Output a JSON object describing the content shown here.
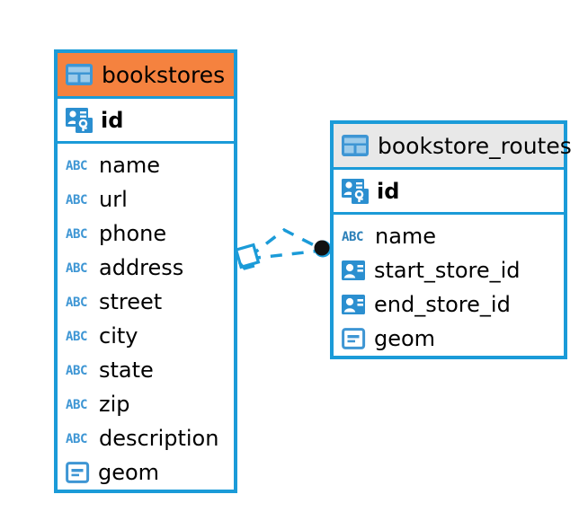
{
  "diagram": {
    "type": "entity-relationship-diagram",
    "background_color": "#FFFFFF",
    "accent_blue": "#1B9BD8",
    "accent_orange": "#F5823F",
    "header_gray": "#E8E8E8"
  },
  "entities": [
    {
      "name": "bookstores",
      "header_style": "accent-orange",
      "table_icon": "table-icon",
      "primary_key": {
        "label": "id",
        "icon": "primary-key-icon",
        "type": "pk"
      },
      "fields": [
        {
          "label": "name",
          "icon": "text-field-icon",
          "type": "text"
        },
        {
          "label": "url",
          "icon": "text-field-icon",
          "type": "text"
        },
        {
          "label": "phone",
          "icon": "text-field-icon",
          "type": "text"
        },
        {
          "label": "address",
          "icon": "text-field-icon",
          "type": "text"
        },
        {
          "label": "street",
          "icon": "text-field-icon",
          "type": "text"
        },
        {
          "label": "city",
          "icon": "text-field-icon",
          "type": "text"
        },
        {
          "label": "state",
          "icon": "text-field-icon",
          "type": "text"
        },
        {
          "label": "zip",
          "icon": "text-field-icon",
          "type": "text"
        },
        {
          "label": "description",
          "icon": "text-field-icon",
          "type": "text"
        },
        {
          "label": "geom",
          "icon": "geometry-field-icon",
          "type": "geometry"
        }
      ]
    },
    {
      "name": "bookstore_routes",
      "header_style": "accent-gray",
      "table_icon": "table-icon",
      "primary_key": {
        "label": "id",
        "icon": "primary-key-icon",
        "type": "pk"
      },
      "fields": [
        {
          "label": "name",
          "icon": "text-field-icon",
          "type": "text"
        },
        {
          "label": "start_store_id",
          "icon": "foreign-key-icon",
          "type": "fk"
        },
        {
          "label": "end_store_id",
          "icon": "foreign-key-icon",
          "type": "fk"
        },
        {
          "label": "geom",
          "icon": "geometry-field-icon",
          "type": "geometry"
        }
      ]
    }
  ],
  "relationship": {
    "name": "bookstores-to-bookstore-routes",
    "style": "dashed",
    "color": "#1B9BD8",
    "source_marker": "diamond-marker",
    "target_marker": "filled-circle-marker",
    "target_marker_color": "#111111"
  }
}
